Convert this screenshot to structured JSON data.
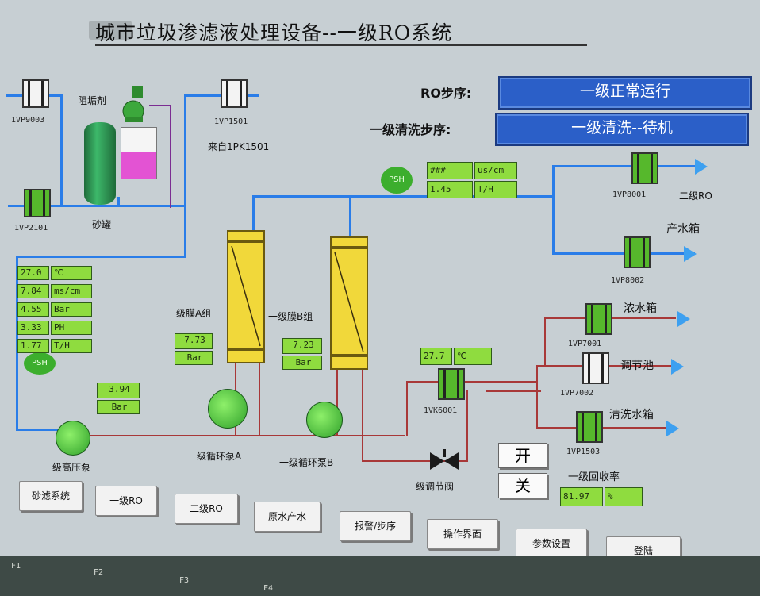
{
  "title": "城市垃圾渗滤液处理设备--一级RO系统",
  "status": {
    "ro_step_label": "RO步序:",
    "ro_step_value": "一级正常运行",
    "clean_step_label": "一级清洗步序:",
    "clean_step_value": "一级清洗--待机"
  },
  "valves": {
    "v9003": "1VP9003",
    "v2101": "1VP2101",
    "v1501": "1VP1501",
    "v1501_from": "来自1PK1501",
    "v8001": "1VP8001",
    "v8002": "1VP8002",
    "v7001": "1VP7001",
    "v7002": "1VP7002",
    "v1503": "1VP1503",
    "vk6001": "1VK6001"
  },
  "equipment": {
    "antiscalant": "阻垢剂",
    "sand_tank": "砂罐",
    "membrane_a": "一级膜A组",
    "membrane_b": "一级膜B组",
    "pump_a": "一级循环泵A",
    "pump_b": "一级循环泵B",
    "hp_pump": "一级高压泵",
    "reg_valve": "一级调节阀",
    "psh_top": "PSH",
    "psh_left": "PSH"
  },
  "destinations": {
    "second_ro": "二级RO",
    "product_tank": "产水箱",
    "concentrate_tank": "浓水箱",
    "regulating_pool": "调节池",
    "cleaning_tank": "清洗水箱"
  },
  "readings": {
    "left": [
      {
        "value": "27.0",
        "unit": "℃"
      },
      {
        "value": "7.84",
        "unit": "ms/cm"
      },
      {
        "value": "4.55",
        "unit": "Bar"
      },
      {
        "value": "3.33",
        "unit": "PH"
      },
      {
        "value": "1.77",
        "unit": "T/H"
      }
    ],
    "top_cond": {
      "value": "###",
      "unit": "us/cm"
    },
    "top_flow": {
      "value": "1.45",
      "unit": "T/H"
    },
    "hp_pressure": {
      "value": "3.94",
      "unit": "Bar"
    },
    "mem_a_pressure": {
      "value": "7.73",
      "unit": "Bar"
    },
    "mem_b_pressure": {
      "value": "7.23",
      "unit": "Bar"
    },
    "temp_right": {
      "value": "27.7",
      "unit": "℃"
    },
    "recovery_label": "一级回收率",
    "recovery": {
      "value": "81.97",
      "unit": "%"
    }
  },
  "controls": {
    "open_label": "开",
    "close_label": "关"
  },
  "nav": [
    "砂滤系统",
    "一级RO",
    "二级RO",
    "原水产水",
    "报警/步序",
    "操作界面",
    "参数设置",
    "登陆"
  ],
  "fkeys": [
    "F1",
    "F2",
    "F3",
    "F4"
  ],
  "colors": {
    "pipe_blue": "#2a7de8",
    "pipe_red": "#a83838",
    "status_blue": "#2b5fc8",
    "valve_open": "#56b82c",
    "membrane": "#f1d83a"
  }
}
